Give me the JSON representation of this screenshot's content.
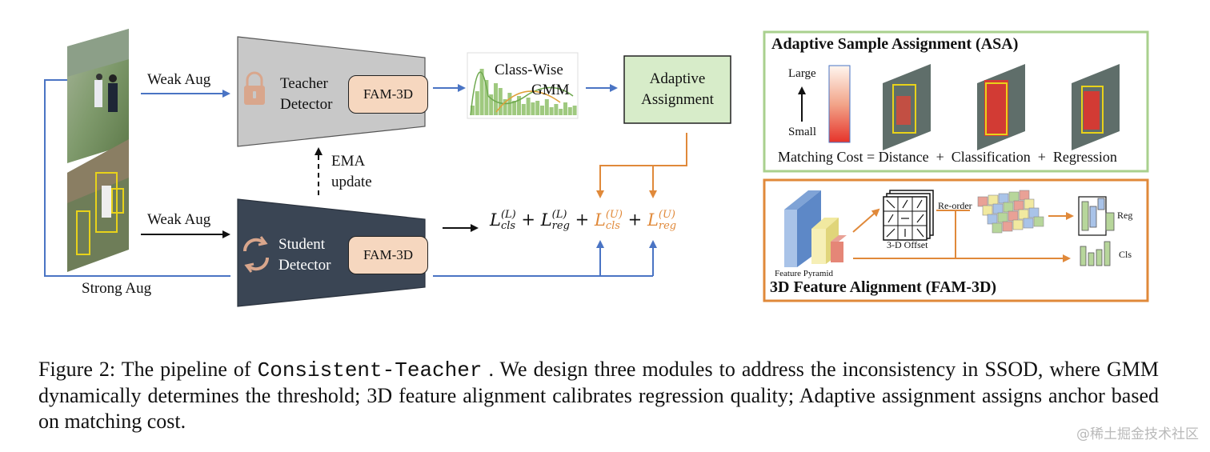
{
  "labels": {
    "weak_aug_top": "Weak Aug",
    "weak_aug_bottom": "Weak Aug",
    "strong_aug": "Strong Aug",
    "teacher_line1": "Teacher",
    "teacher_line2": "Detector",
    "student_line1": "Student",
    "student_line2": "Detector",
    "fam3d_chip_top": "FAM-3D",
    "fam3d_chip_bottom": "FAM-3D",
    "ema_line1": "EMA",
    "ema_line2": "update",
    "gmm_line1": "Class-Wise",
    "gmm_line2": "GMM",
    "adaptive_line1": "Adaptive",
    "adaptive_line2": "Assignment"
  },
  "loss": {
    "L": "L",
    "cls": "cls",
    "reg": "reg",
    "sup_L": "(L)",
    "sup_U": "(U)",
    "plus": "+"
  },
  "asa": {
    "title": "Adaptive Sample Assignment (ASA)",
    "large": "Large",
    "small": "Small",
    "matching_cost": "Matching Cost = Distance  +  Classification  +  Regression"
  },
  "fam3d": {
    "title": "3D Feature Alignment (FAM-3D)",
    "feature_pyramid": "Feature Pyramid",
    "offset": "3-D Offset",
    "reorder": "Re-order",
    "reg": "Reg",
    "cls": "Cls"
  },
  "caption": {
    "prefix": "Figure 2: The pipeline of ",
    "code": "Consistent-Teacher",
    "suffix": " . We design three modules to address the inconsistency in SSOD, where GMM dynamically determines the threshold; 3D feature alignment calibrates regression quality; Adaptive assignment assigns anchor based on matching cost."
  },
  "watermark": "@稀土掘金技术社区",
  "colors": {
    "blue": "#4a74c4",
    "orange": "#e0893a",
    "teacher_fill": "#c8c8c8",
    "student_fill": "#3a4554",
    "asa_border": "#a9d08e",
    "fam_border": "#e0893a",
    "assign_fill": "#d7ecc9",
    "chip_fill": "#f6d7bf"
  },
  "icons": [
    "lock-icon",
    "refresh-icon",
    "arrow-up-icon",
    "gradient-scale-icon"
  ]
}
